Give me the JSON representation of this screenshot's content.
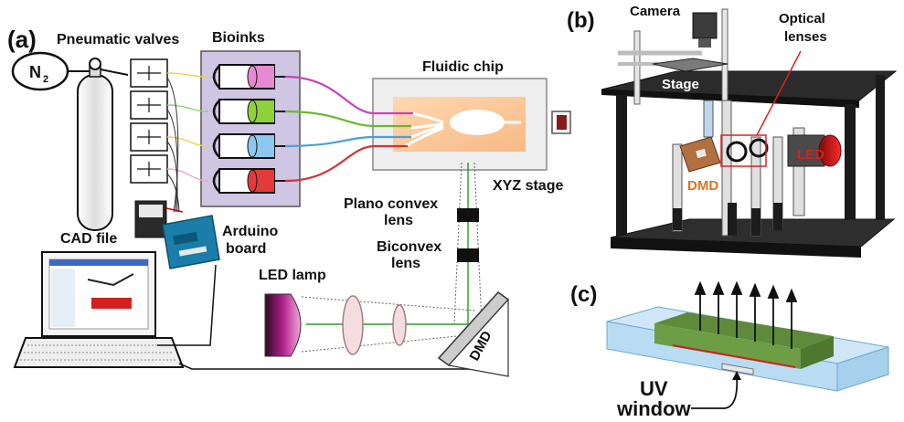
{
  "panel_a": {
    "panel_label": "(a)",
    "pneumatic_valves": "Pneumatic valves",
    "bioinks": "Bioinks",
    "fluidic_chip": "Fluidic chip",
    "n2_main": "N",
    "n2_sub": "2",
    "xyz_stage": "XYZ stage",
    "plano_convex_1": "Plano convex",
    "plano_convex_2": "lens",
    "biconvex_1": "Biconvex",
    "biconvex_2": "lens",
    "arduino_1": "Arduino",
    "arduino_2": "board",
    "cad_file": "CAD file",
    "led_lamp": "LED lamp",
    "dmd": "DMD",
    "bioink_colors": [
      "#e58ad0",
      "#8fd13a",
      "#8cc7ee",
      "#e23a3a"
    ],
    "tube_colors": [
      "#c844b8",
      "#69b82a",
      "#4aa0d8",
      "#d63030"
    ]
  },
  "panel_b": {
    "panel_label": "(b)",
    "camera": "Camera",
    "optical_1": "Optical",
    "optical_2": "lenses",
    "stage": "Stage",
    "led": "LED",
    "dmd": "DMD",
    "led_color": "#d62020",
    "dmd_color": "#e07020"
  },
  "panel_c": {
    "panel_label": "(c)",
    "uv_1": "UV",
    "uv_2": "window"
  }
}
